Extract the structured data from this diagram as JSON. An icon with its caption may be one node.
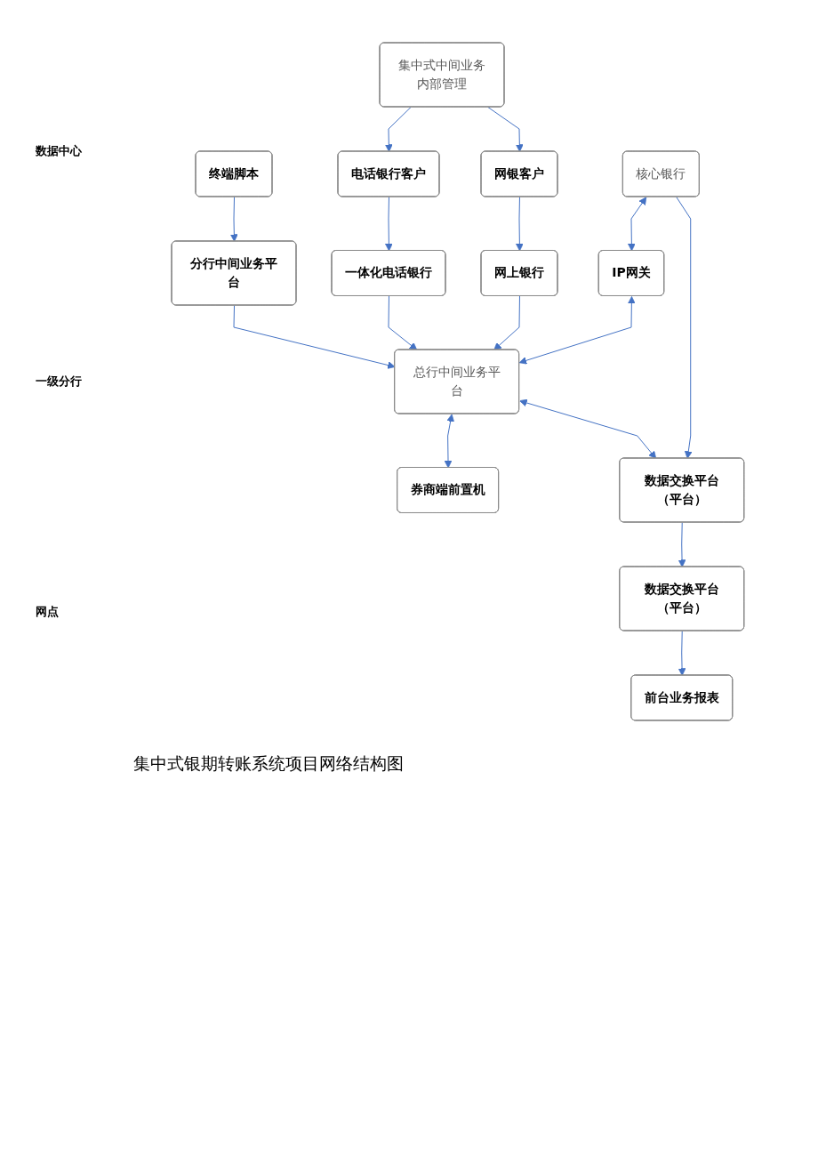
{
  "diagram": {
    "caption": "集中式银期转账系统项目网络结构图",
    "nodes": [
      {
        "text": [
          "核心银行"
        ]
      },
      {
        "text": [
          "IP网关"
        ]
      },
      {
        "text": [
          "总行中间业务平台"
        ]
      },
      {
        "text": [
          "券商端前置机"
        ]
      },
      {
        "text": [
          "数据交换平台（平台）"
        ]
      },
      {
        "text": [
          "网上银行"
        ]
      },
      {
        "text": [
          "网银客户"
        ]
      },
      {
        "text": [
          "集中式中间业务内部管理"
        ]
      },
      {
        "text": [
          "一体化电话银行"
        ]
      },
      {
        "text": [
          "电话银行客户"
        ]
      },
      {
        "text": [
          "数据交换平台（平台）"
        ]
      },
      {
        "text": [
          "分行中间业务平台"
        ]
      },
      {
        "text": [
          "前台业务报表"
        ]
      },
      {
        "text": [
          "终端脚本"
        ]
      }
    ],
    "edges": [
      {
        "from": 0,
        "to": 1,
        "arrow": "both"
      },
      {
        "from": 1,
        "to": 2,
        "arrow": "both"
      },
      {
        "from": 2,
        "to": 3,
        "arrow": "both"
      },
      {
        "from": 0,
        "to": 4,
        "arrow": "to"
      },
      {
        "from": 2,
        "to": 4,
        "arrow": "both"
      },
      {
        "from": 5,
        "to": 2,
        "arrow": "to"
      },
      {
        "from": 8,
        "to": 2,
        "arrow": "to"
      },
      {
        "from": 6,
        "to": 5,
        "arrow": "to"
      },
      {
        "from": 9,
        "to": 8,
        "arrow": "to"
      },
      {
        "from": 7,
        "to": 6,
        "arrow": "to"
      },
      {
        "from": 7,
        "to": 9,
        "arrow": "to"
      },
      {
        "from": 4,
        "to": 10,
        "arrow": "to"
      },
      {
        "from": 11,
        "to": 2,
        "arrow": "to"
      },
      {
        "from": 10,
        "to": 12,
        "arrow": "to"
      },
      {
        "from": 13,
        "to": 11,
        "arrow": "to"
      }
    ],
    "labels": [
      "数据中心",
      "一级分行",
      "网点"
    ]
  }
}
